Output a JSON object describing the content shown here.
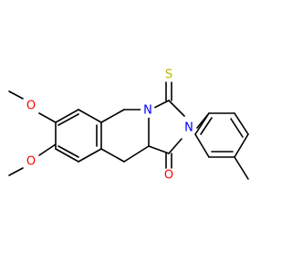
{
  "molecule": {
    "atoms": [
      {
        "element": "O",
        "label": "O",
        "color": "#ff0000"
      },
      {
        "element": "O",
        "label": "O",
        "color": "#ff0000"
      },
      {
        "element": "N",
        "label": "N",
        "color": "#0000ff"
      },
      {
        "element": "N",
        "label": "N",
        "color": "#0000ff"
      },
      {
        "element": "S",
        "label": "S",
        "color": "#b8b800"
      },
      {
        "element": "O",
        "label": "O",
        "color": "#ff0000"
      }
    ]
  }
}
